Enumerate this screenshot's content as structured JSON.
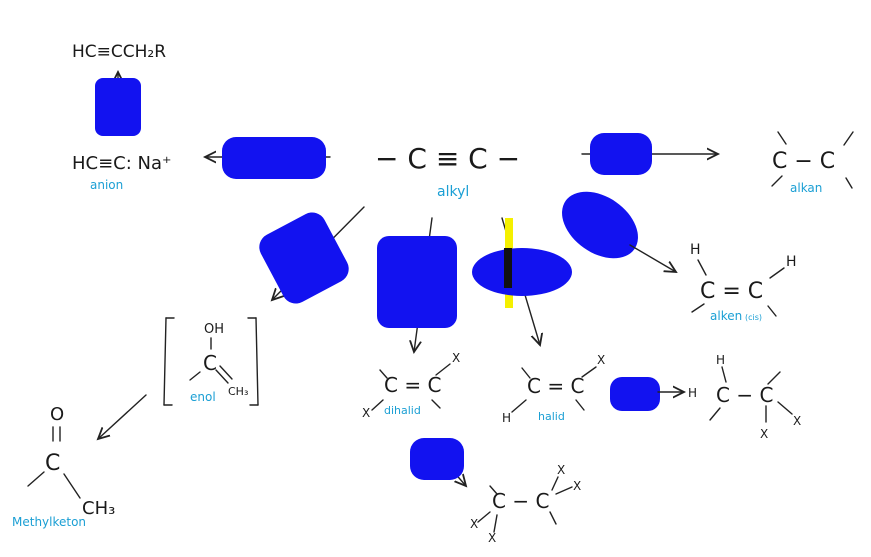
{
  "center": {
    "formula": "− C ≡ C −",
    "label": "alkyl"
  },
  "top_left": {
    "product": "HC≡CCH₂R"
  },
  "anion": {
    "formula": "HC≡C: Na⁺",
    "label": "anion"
  },
  "alkane": {
    "formula": "C − C",
    "label": "alkan"
  },
  "alkene_cis": {
    "h1": "H",
    "h2": "H",
    "formula": "C = C",
    "label": "alken",
    "sub": "(cis)"
  },
  "enol": {
    "oh": "OH",
    "c": "C",
    "ch3": "CH₃",
    "label": "enol"
  },
  "methylketone": {
    "o": "O",
    "c": "C",
    "ch3": "CH₃",
    "label": "Methylketon"
  },
  "dihalide": {
    "formula": "C = C",
    "x1": "X",
    "x2": "X",
    "label": "dihalid"
  },
  "halide": {
    "formula": "C = C",
    "h": "H",
    "x": "X",
    "label": "halid"
  },
  "dihalide_sat": {
    "h": "H",
    "formula": "C − C",
    "x1": "X",
    "x2": "X",
    "h_prefix": "H"
  },
  "tetrahalide": {
    "formula": "C − C",
    "x1": "X",
    "x2": "X",
    "x3": "X",
    "x4": "X"
  }
}
